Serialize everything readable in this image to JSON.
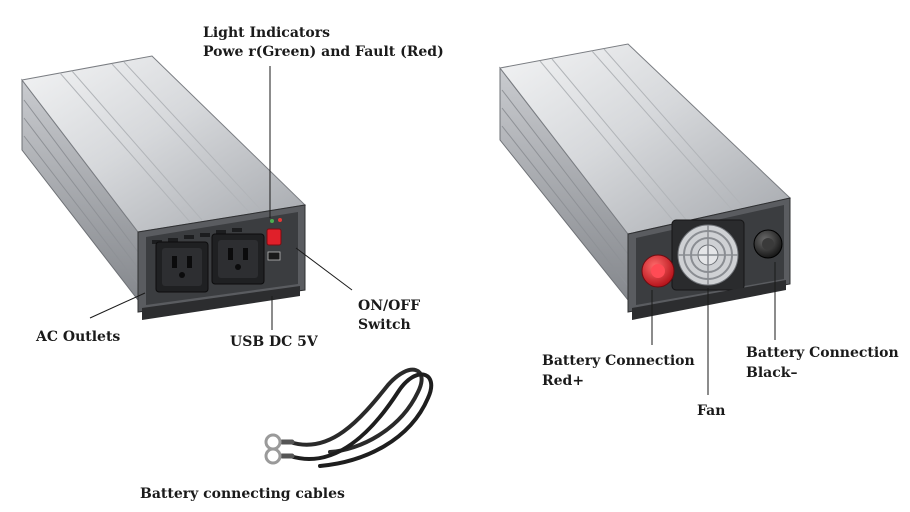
{
  "labels": {
    "light_indicators_line1": "Light Indicators",
    "light_indicators_line2": "Powe r(Green) and Fault (Red)",
    "ac_outlets": "AC Outlets",
    "usb": "USB DC 5V",
    "onoff_line1": "ON/OFF",
    "onoff_line2": "Switch",
    "battery_red_line1": "Battery Connection",
    "battery_red_line2": "Red+",
    "fan": "Fan",
    "battery_black_line1": "Battery Connection",
    "battery_black_line2": "Black–",
    "cables": "Battery  connecting cables"
  },
  "colors": {
    "housing_light": "#e6e7e9",
    "housing_mid": "#b9bcc0",
    "housing_dark": "#7d8086",
    "panel": "#3b3d40",
    "switch_red": "#e0202a",
    "terminal_red": "#d3151f",
    "terminal_black": "#1b1b1b",
    "cable": "#2a2a2a"
  }
}
